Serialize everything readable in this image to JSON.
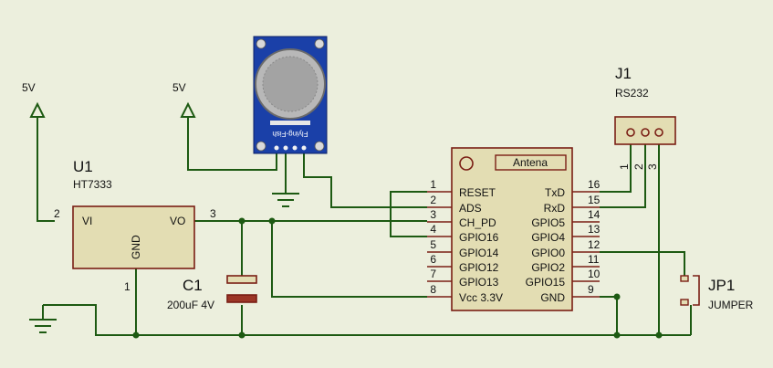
{
  "power": {
    "label_left": "5V",
    "label_mid": "5V"
  },
  "u1": {
    "ref": "U1",
    "value": "HT7333",
    "pin_vi": "VI",
    "pin_vo": "VO",
    "pin_gnd": "GND",
    "pin_num_vi": "2",
    "pin_num_vo": "3",
    "pin_num_gnd": "1"
  },
  "c1": {
    "ref": "C1",
    "value": "200uF 4V"
  },
  "sensor": {
    "brand": "Flying-Fish"
  },
  "esp": {
    "antenna": "Antena",
    "left_pins": [
      {
        "num": "1",
        "name": "RESET"
      },
      {
        "num": "2",
        "name": "ADS"
      },
      {
        "num": "3",
        "name": "CH_PD"
      },
      {
        "num": "4",
        "name": "GPIO16"
      },
      {
        "num": "5",
        "name": "GPIO14"
      },
      {
        "num": "6",
        "name": "GPIO12"
      },
      {
        "num": "7",
        "name": "GPIO13"
      },
      {
        "num": "8",
        "name": "Vcc 3.3V"
      }
    ],
    "right_pins": [
      {
        "num": "16",
        "name": "TxD"
      },
      {
        "num": "15",
        "name": "RxD"
      },
      {
        "num": "14",
        "name": "GPIO5"
      },
      {
        "num": "13",
        "name": "GPIO4"
      },
      {
        "num": "12",
        "name": "GPIO0"
      },
      {
        "num": "11",
        "name": "GPIO2"
      },
      {
        "num": "10",
        "name": "GPIO15"
      },
      {
        "num": "9",
        "name": "GND"
      }
    ]
  },
  "j1": {
    "ref": "J1",
    "value": "RS232",
    "pins": [
      "1",
      "2",
      "3"
    ]
  },
  "jp1": {
    "ref": "JP1",
    "value": "JUMPER"
  },
  "colors": {
    "wire": "#1d5a12",
    "component_fill": "#e3ddb3",
    "component_border": "#7a1e14",
    "background": "#ecefdd"
  }
}
